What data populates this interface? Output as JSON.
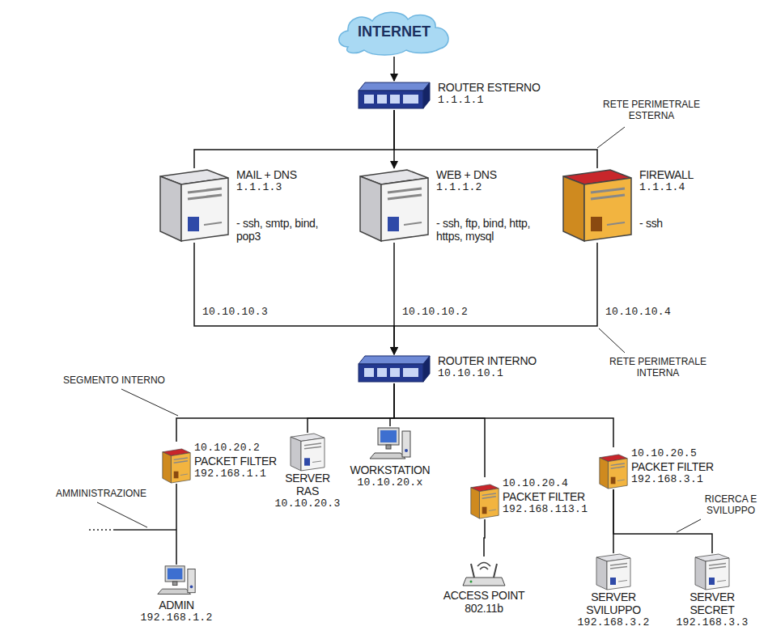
{
  "diagram": {
    "nodes": [
      {
        "text": [
          "INTERNET"
        ]
      },
      {
        "text": [
          "ROUTER ESTERNO",
          "1.1.1.1"
        ]
      },
      {
        "text": [
          "MAIL + DNS",
          "1.1.1.3",
          "- ssh, smtp, bind, pop3"
        ]
      },
      {
        "text": [
          "WEB + DNS",
          "1.1.1.2",
          "- ssh, ftp, bind, http, https, mysql"
        ]
      },
      {
        "text": [
          "FIREWALL",
          "1.1.1.4",
          "- ssh"
        ]
      },
      {
        "text": [
          "ROUTER INTERNO",
          "10.10.10.1"
        ]
      },
      {
        "text": [
          "10.10.20.2",
          "PACKET FILTER",
          "192.168.1.1"
        ]
      },
      {
        "text": [
          "SERVER RAS",
          "10.10.20.3"
        ]
      },
      {
        "text": [
          "WORKSTATION",
          "10.10.20.x"
        ]
      },
      {
        "text": [
          "10.10.20.4",
          "PACKET FILTER",
          "192.168.113.1"
        ]
      },
      {
        "text": [
          "10.10.20.5",
          "PACKET FILTER",
          "192.168.3.1"
        ]
      },
      {
        "text": [
          "ADMIN",
          "192.168.1.2"
        ]
      },
      {
        "text": [
          "ACCESS POINT 802.11b"
        ]
      },
      {
        "text": [
          "SERVER SVILUPPO",
          "192.168.3.2"
        ]
      },
      {
        "text": [
          "SERVER SECRET",
          "192.168.3.3"
        ]
      }
    ],
    "edges": [
      {
        "from": 0,
        "to": 1,
        "arrow": "to"
      },
      {
        "from": 1,
        "to": 2,
        "arrow": "none"
      },
      {
        "from": 1,
        "to": 3,
        "arrow": "to"
      },
      {
        "from": 1,
        "to": 4,
        "arrow": "none"
      },
      {
        "from": 2,
        "to": 5,
        "arrow": "to"
      },
      {
        "from": 3,
        "to": 5,
        "arrow": "to"
      },
      {
        "from": 4,
        "to": 5,
        "arrow": "to"
      },
      {
        "from": 5,
        "to": 6,
        "arrow": "none"
      },
      {
        "from": 5,
        "to": 7,
        "arrow": "none"
      },
      {
        "from": 5,
        "to": 8,
        "arrow": "none"
      },
      {
        "from": 5,
        "to": 9,
        "arrow": "none"
      },
      {
        "from": 5,
        "to": 10,
        "arrow": "none"
      },
      {
        "from": 6,
        "to": 11,
        "arrow": "none"
      },
      {
        "from": 9,
        "to": 12,
        "arrow": "none"
      },
      {
        "from": 10,
        "to": 13,
        "arrow": "none"
      },
      {
        "from": 10,
        "to": 14,
        "arrow": "none"
      }
    ],
    "labels": [
      "RETE PERIMETRALE ESTERNA",
      "10.10.10.3",
      "10.10.10.2",
      "10.10.10.4",
      "RETE PERIMETRALE INTERNA",
      "SEGMENTO INTERNO",
      "AMMINISTRAZIONE",
      "RICERCA E SVILUPPO"
    ]
  }
}
